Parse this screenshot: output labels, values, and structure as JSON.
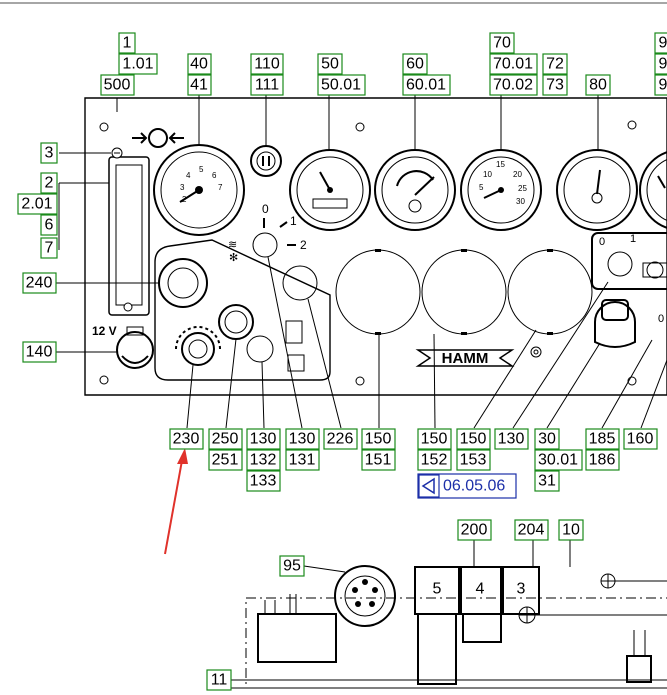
{
  "callouts": {
    "c1": "1",
    "c1_01": "1.01",
    "c500": "500",
    "c40": "40",
    "c41": "41",
    "c110": "110",
    "c111": "111",
    "c50": "50",
    "c50_01": "50.01",
    "c60": "60",
    "c60_01": "60.01",
    "c70": "70",
    "c70_01": "70.01",
    "c70_02": "70.02",
    "c72": "72",
    "c73": "73",
    "c80": "80",
    "c9a": "9",
    "c9b": "9",
    "c9c": "9",
    "c3": "3",
    "c2": "2",
    "c2_01": "2.01",
    "c6": "6",
    "c7": "7",
    "c240": "240",
    "c140": "140",
    "b230": "230",
    "b250": "250",
    "b251": "251",
    "b130a": "130",
    "b132": "132",
    "b133": "133",
    "b130b": "130",
    "b131": "131",
    "b226": "226",
    "b150a": "150",
    "b151": "151",
    "b150b": "150",
    "b152": "152",
    "b150c": "150",
    "b153": "153",
    "b130c": "130",
    "b30": "30",
    "b30_01": "30.01",
    "b31": "31",
    "b185": "185",
    "b186": "186",
    "b160": "160",
    "l95": "95",
    "l200": "200",
    "l204": "204",
    "l10": "10",
    "l11": "11"
  },
  "date_stamp": "06.05.06",
  "panel_text": {
    "volt_label": "12 V",
    "brand": "HAMM",
    "switch_0": "0",
    "switch_1": "1",
    "switch_2": "2",
    "right_switch_0": "0",
    "right_switch_1": "1",
    "socket_0": "0"
  },
  "fuse_labels": {
    "f5": "5",
    "f4": "4",
    "f3": "3"
  },
  "colors": {
    "callout_border": "#1b8a1b",
    "date_border": "#1c2fa8",
    "arrow": "#e0322b"
  }
}
